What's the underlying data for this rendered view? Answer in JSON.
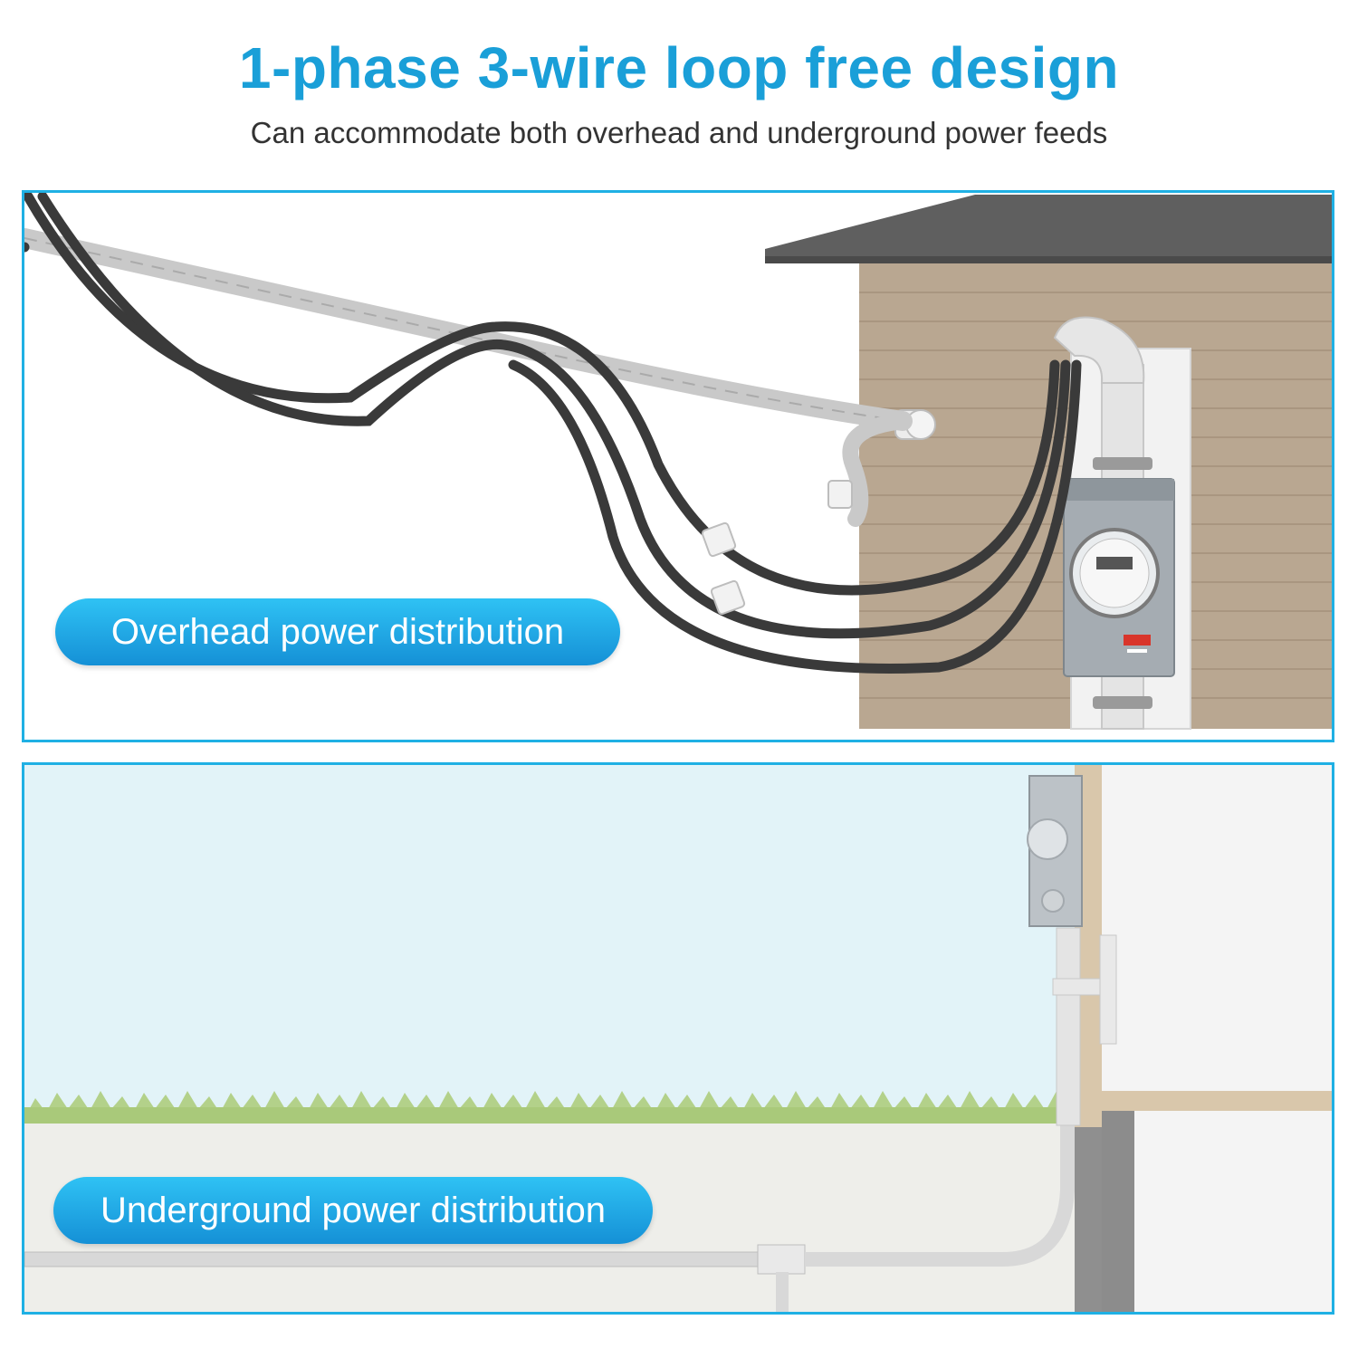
{
  "header": {
    "title": "1-phase 3-wire loop free design",
    "subtitle": "Can accommodate both overhead and underground power feeds"
  },
  "overhead_panel": {
    "label": "Overhead power distribution"
  },
  "underground_panel": {
    "label": "Underground power distribution"
  },
  "colors": {
    "accent": "#1a9fd8",
    "panel_border": "#1fb0e4",
    "pill_start": "#2fc2f4",
    "pill_end": "#1590d6",
    "siding": "#b9a791",
    "roof": "#5f5f5f",
    "cable": "#3a3a3a",
    "sky": "#e2f3f8",
    "grass": "#a9c97a",
    "soil": "#eeeeea"
  }
}
